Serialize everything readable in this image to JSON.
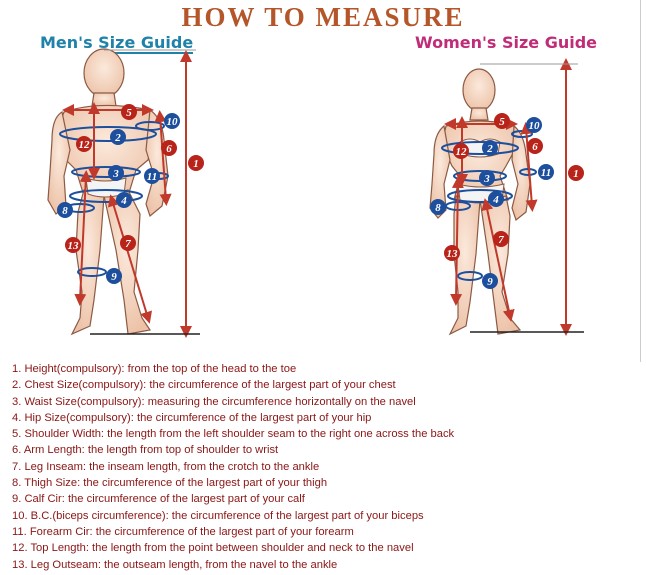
{
  "title": "HOW TO MEASURE",
  "men_guide": {
    "label_a": "Men's ",
    "label_b": "Size Guide"
  },
  "women_guide": {
    "label": "Women's Size Guide"
  },
  "colors": {
    "title": "#b5562a",
    "men": "#1f82a8",
    "women": "#c02c78",
    "arrow": "#c0392b",
    "marker_red": "#b8231a",
    "marker_blue": "#1d4f9c",
    "text": "#8a1616"
  },
  "markers": {
    "n1": "1",
    "n2": "2",
    "n3": "3",
    "n4": "4",
    "n5": "5",
    "n6": "6",
    "n7": "7",
    "n8": "8",
    "n9": "9",
    "n10": "10",
    "n11": "11",
    "n12": "12",
    "n13": "13"
  },
  "measurements": [
    "1. Height(compulsory): from the top of the head to the toe",
    "2. Chest Size(compulsory): the circumference of the largest part of your chest",
    "3. Waist Size(compulsory): measuring the circumference horizontally on the navel",
    "4. Hip Size(compulsory): the circumference of the largest part of your hip",
    "5. Shoulder Width: the length from the left shoulder seam to the right one across the back",
    "6. Arm Length: the length from top of shoulder to wrist",
    "7. Leg Inseam: the inseam length, from the crotch to the ankle",
    "8. Thigh Size: the circumference of the largest part of your thigh",
    "9. Calf Cir: the circumference of the largest part of your calf",
    "10. B.C.(biceps circumference): the circumference of the largest part of your biceps",
    "11. Forearm Cir: the circumference of the largest part of your forearm",
    "12. Top Length: the length from the point between shoulder and neck to the navel",
    "13. Leg Outseam: the outseam length, from the navel to the ankle"
  ]
}
